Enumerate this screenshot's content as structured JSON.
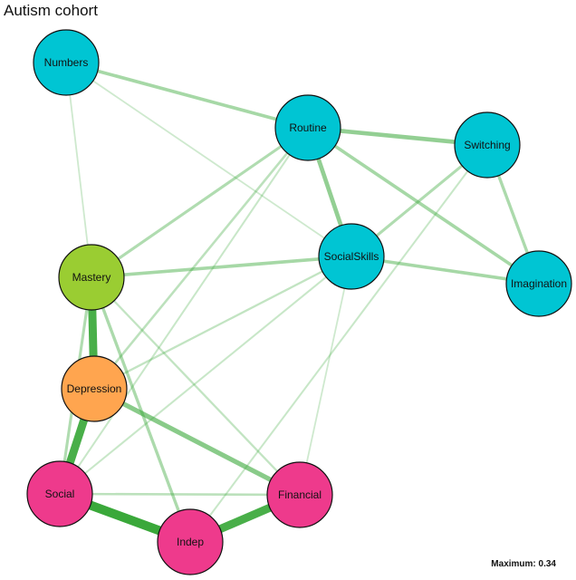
{
  "title": "Autism cohort",
  "maximum_label": "Maximum: 0.34",
  "maximum": 0.34,
  "colors": {
    "edge": "#3aa83a",
    "node_stroke": "#111111",
    "autism_traits": "#00c5d3",
    "mastery": "#9acd32",
    "depression": "#ffa54f",
    "outcomes": "#ee3a8c"
  },
  "nodes": [
    {
      "id": "Numbers",
      "label": "Numbers",
      "group": "autism_traits"
    },
    {
      "id": "Routine",
      "label": "Routine",
      "group": "autism_traits"
    },
    {
      "id": "Switching",
      "label": "Switching",
      "group": "autism_traits"
    },
    {
      "id": "SocialSkills",
      "label": "SocialSkills",
      "group": "autism_traits"
    },
    {
      "id": "Imagination",
      "label": "Imagination",
      "group": "autism_traits"
    },
    {
      "id": "Mastery",
      "label": "Mastery",
      "group": "mastery"
    },
    {
      "id": "Depression",
      "label": "Depression",
      "group": "depression"
    },
    {
      "id": "Social",
      "label": "Social",
      "group": "outcomes"
    },
    {
      "id": "Financial",
      "label": "Financial",
      "group": "outcomes"
    },
    {
      "id": "Indep",
      "label": "Indep",
      "group": "outcomes"
    }
  ],
  "edges": [
    {
      "from": "Numbers",
      "to": "Routine",
      "weight": 0.1
    },
    {
      "from": "Numbers",
      "to": "SocialSkills",
      "weight": 0.03
    },
    {
      "from": "Numbers",
      "to": "Mastery",
      "weight": 0.03
    },
    {
      "from": "Routine",
      "to": "Switching",
      "weight": 0.14
    },
    {
      "from": "Routine",
      "to": "SocialSkills",
      "weight": 0.14
    },
    {
      "from": "Routine",
      "to": "Imagination",
      "weight": 0.1
    },
    {
      "from": "Routine",
      "to": "Mastery",
      "weight": 0.08
    },
    {
      "from": "Routine",
      "to": "Depression",
      "weight": 0.06
    },
    {
      "from": "Routine",
      "to": "Social",
      "weight": 0.04
    },
    {
      "from": "Switching",
      "to": "SocialSkills",
      "weight": 0.08
    },
    {
      "from": "Switching",
      "to": "Imagination",
      "weight": 0.09
    },
    {
      "from": "Switching",
      "to": "Indep",
      "weight": 0.04
    },
    {
      "from": "SocialSkills",
      "to": "Imagination",
      "weight": 0.1
    },
    {
      "from": "SocialSkills",
      "to": "Mastery",
      "weight": 0.1
    },
    {
      "from": "SocialSkills",
      "to": "Depression",
      "weight": 0.05
    },
    {
      "from": "SocialSkills",
      "to": "Social",
      "weight": 0.04
    },
    {
      "from": "SocialSkills",
      "to": "Financial",
      "weight": 0.03
    },
    {
      "from": "Mastery",
      "to": "Depression",
      "weight": 0.3
    },
    {
      "from": "Mastery",
      "to": "Social",
      "weight": 0.08
    },
    {
      "from": "Mastery",
      "to": "Indep",
      "weight": 0.09
    },
    {
      "from": "Mastery",
      "to": "Financial",
      "weight": 0.05
    },
    {
      "from": "Depression",
      "to": "Social",
      "weight": 0.3
    },
    {
      "from": "Depression",
      "to": "Financial",
      "weight": 0.16
    },
    {
      "from": "Social",
      "to": "Indep",
      "weight": 0.34
    },
    {
      "from": "Social",
      "to": "Financial",
      "weight": 0.06
    },
    {
      "from": "Indep",
      "to": "Financial",
      "weight": 0.3
    }
  ]
}
